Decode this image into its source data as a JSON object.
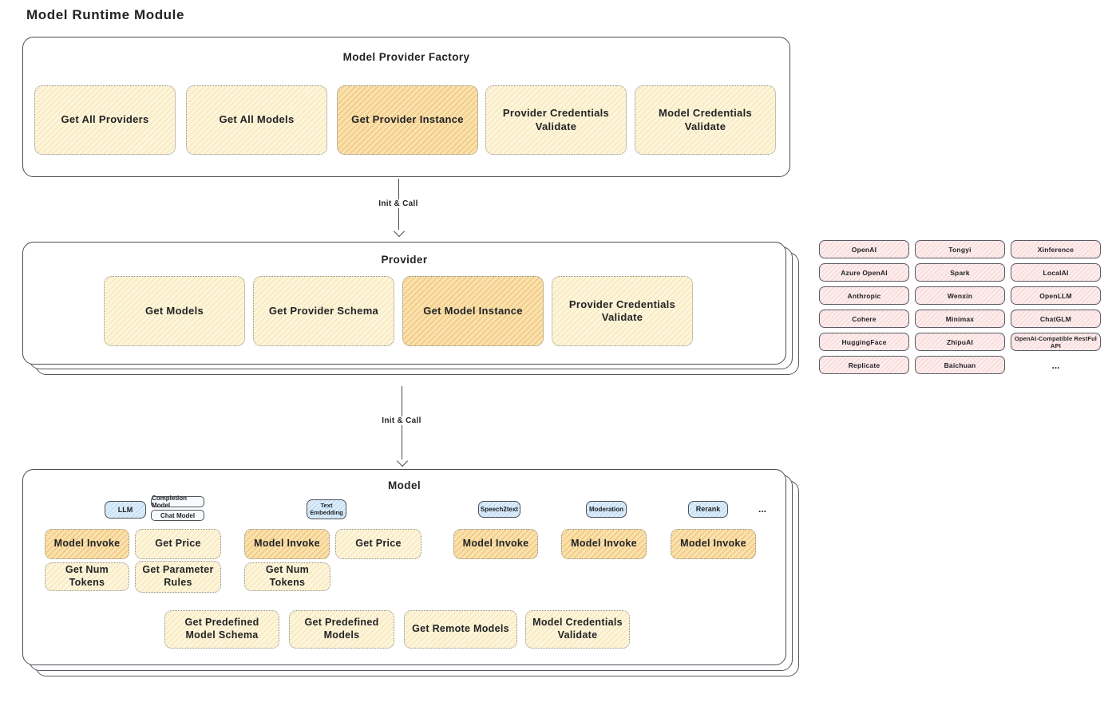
{
  "title": "Model Runtime Module",
  "factory": {
    "title": "Model Provider Factory",
    "buttons": [
      {
        "label": "Get All Providers",
        "highlight": false
      },
      {
        "label": "Get All Models",
        "highlight": false
      },
      {
        "label": "Get Provider Instance",
        "highlight": true
      },
      {
        "label": "Provider Credentials Validate",
        "highlight": false
      },
      {
        "label": "Model Credentials Validate",
        "highlight": false
      }
    ]
  },
  "arrow1": {
    "label": "Init & Call"
  },
  "arrow2": {
    "label": "Init & Call"
  },
  "provider": {
    "title": "Provider",
    "buttons": [
      {
        "label": "Get Models",
        "highlight": false
      },
      {
        "label": "Get Provider Schema",
        "highlight": false
      },
      {
        "label": "Get Model Instance",
        "highlight": true
      },
      {
        "label": "Provider Credentials Validate",
        "highlight": false
      }
    ]
  },
  "providers": {
    "items": [
      "OpenAI",
      "Tongyi",
      "Xinference",
      "Azure OpenAI",
      "Spark",
      "LocalAI",
      "Anthropic",
      "Wenxin",
      "OpenLLM",
      "Cohere",
      "Minimax",
      "ChatGLM",
      "HuggingFace",
      "ZhipuAI",
      "OpenAI-Compatible RestFul API",
      "Replicate",
      "Baichuan"
    ],
    "more": "..."
  },
  "model": {
    "title": "Model",
    "types": {
      "llm": "LLM",
      "completion": "Completion Model",
      "chat": "Chat Model",
      "text_embedding": "Text Embedding",
      "speech2text": "Speech2text",
      "moderation": "Moderation",
      "rerank": "Rerank",
      "more": "..."
    },
    "actions": {
      "model_invoke": "Model Invoke",
      "get_price": "Get Price",
      "get_num_tokens": "Get Num Tokens",
      "get_parameter_rules": "Get Parameter Rules",
      "get_predefined_model_schema": "Get Predefined Model Schema",
      "get_predefined_models": "Get Predefined Models",
      "get_remote_models": "Get Remote Models",
      "model_credentials_validate": "Model Credentials Validate"
    }
  },
  "colors": {
    "text": "#222326",
    "box_yellow": "#fdf6dc",
    "box_orange": "#fae3b2",
    "box_blue": "#ddeefb",
    "box_pink": "#fdeeee",
    "panel_border": "#4a4d53"
  }
}
